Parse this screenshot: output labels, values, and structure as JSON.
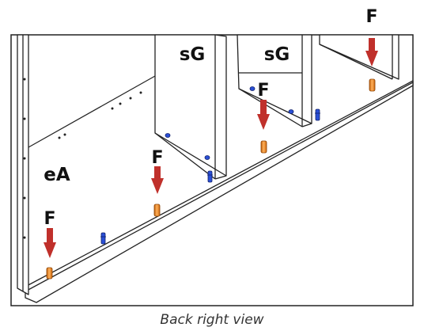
{
  "labels": {
    "panel_left": "eA",
    "panel_middle": "sG",
    "panel_right": "sG",
    "foot": "F"
  },
  "caption": "Back right view",
  "colors": {
    "arrow": "#c0302b",
    "foot": "#f08a24",
    "screw": "#2a4fd6",
    "line": "#222222"
  }
}
